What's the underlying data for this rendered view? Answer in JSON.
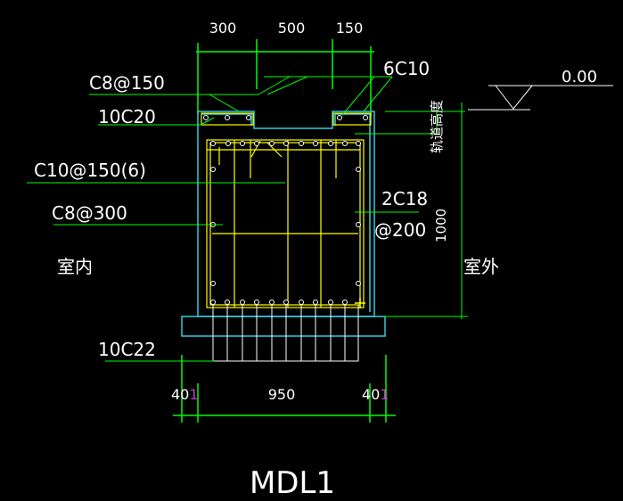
{
  "title": "MDL1",
  "dimensions": {
    "top_left": "300",
    "top_mid": "500",
    "top_right": "150",
    "bottom_left": "40",
    "bottom_left_suffix": "1",
    "bottom_mid": "950",
    "bottom_right": "40",
    "bottom_right_suffix": "1",
    "height": "1000"
  },
  "labels": {
    "c8_150": "C8@150",
    "bars_10c20": "10C20",
    "c10_150": "C10@150(6)",
    "c8_300": "C8@300",
    "bars_10c22": "10C22",
    "bars_6c10": "6C10",
    "bars_2c18": "2C18",
    "spacing_200": "@200",
    "indoor": "室内",
    "outdoor": "室外",
    "rail_height": "轨道高度",
    "elevation": "0.00"
  },
  "colors": {
    "background": "#000000",
    "green": "#00ff00",
    "cyan": "#33ccdd",
    "yellow": "#ffff00",
    "white": "#ffffff",
    "magenta": "#cc33cc"
  }
}
